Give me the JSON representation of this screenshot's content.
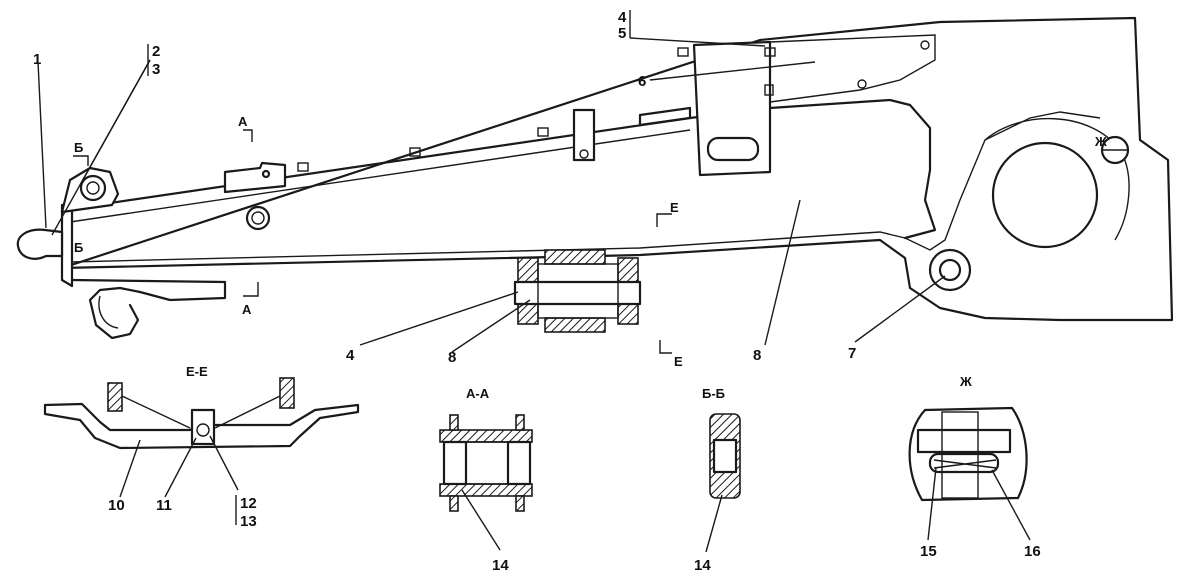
{
  "diagram": {
    "callouts": {
      "c1": "1",
      "c2": "2",
      "c3": "3",
      "c4a": "4",
      "c5a": "5",
      "c6": "6",
      "c4b": "4",
      "c7": "7",
      "c8a": "8",
      "c8b": "8",
      "c10": "10",
      "c11": "11",
      "c12": "12",
      "c13": "13",
      "c14a": "14",
      "c14b": "14",
      "c15": "15",
      "c16": "16"
    },
    "section_marks": {
      "a_top": "А",
      "a_bottom": "А",
      "b_left": "Б",
      "b_inner": "Б",
      "e_top": "Е",
      "e_bottom": "Е",
      "zh_mark": "Ж"
    },
    "view_titles": {
      "ee": "Е-Е",
      "aa": "А-А",
      "bb": "Б-Б",
      "zh": "Ж"
    }
  }
}
